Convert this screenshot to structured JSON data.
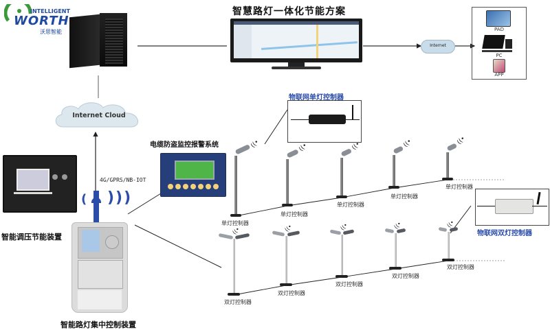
{
  "logo": {
    "top_text": "INTELLIGENT",
    "brand": "WORTH",
    "cn": "沃思智能",
    "colors": {
      "green": "#3a9a3a",
      "blue": "#1f4aa0"
    }
  },
  "title": "智慧路灯一体化节能方案",
  "cloud": {
    "label": "Internet Cloud"
  },
  "internet_cloud_small": {
    "label": "Internet"
  },
  "clients": [
    {
      "label": "PAD",
      "icon": "tablet-icon"
    },
    {
      "label": "PC",
      "icon": "desktop-pc-icon"
    },
    {
      "label": "APP",
      "icon": "mobile-app-icon"
    }
  ],
  "devices": {
    "voltage_regulator": {
      "label": "智能调压节能装置"
    },
    "concentrator": {
      "label": "智能路灯集中控制装置"
    },
    "cable_alarm": {
      "label": "电缆防盗监控报警系统"
    },
    "network_label": "4G/GPRS/NB-IOT",
    "iot_single": {
      "label": "物联网单灯控制器"
    },
    "iot_double": {
      "label": "物联网双灯控制器"
    }
  },
  "single_lamps": [
    {
      "label": "单灯控制器"
    },
    {
      "label": "单灯控制器"
    },
    {
      "label": "单灯控制器"
    },
    {
      "label": "单灯控制器"
    },
    {
      "label": "单灯控制器"
    }
  ],
  "double_lamps": [
    {
      "label": "双灯控制器"
    },
    {
      "label": "双灯控制器"
    },
    {
      "label": "双灯控制器"
    },
    {
      "label": "双灯控制器"
    },
    {
      "label": "双灯控制器"
    }
  ],
  "colors": {
    "accent_blue": "#2b4da8",
    "line": "#222222"
  }
}
